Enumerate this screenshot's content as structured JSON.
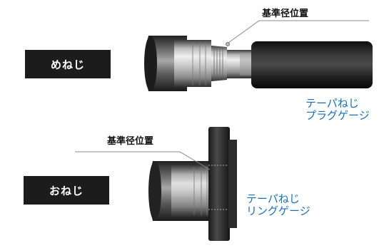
{
  "labels": {
    "female_thread": "めねじ",
    "male_thread": "おねじ"
  },
  "reference_positions": {
    "top": "基準径位置",
    "middle": "基準径位置"
  },
  "gauges": {
    "plug": {
      "line1": "テーパねじ",
      "line2": "プラグゲージ"
    },
    "ring": {
      "line1": "テーパねじ",
      "line2": "リングゲージ"
    }
  },
  "colors": {
    "caption_blue": "#1a6fb7",
    "tag_background": "#1c1c1c",
    "metal_light": "#d8d8d8",
    "metal_dark": "#2a2a2a"
  }
}
